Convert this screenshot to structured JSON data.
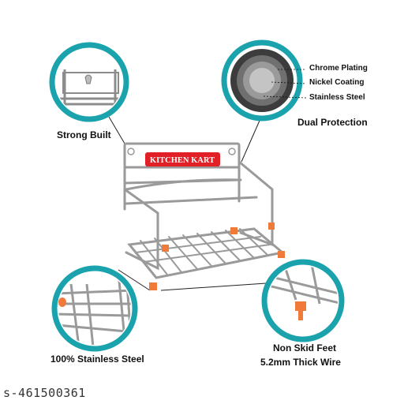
{
  "features": {
    "strong_built": "Strong Built",
    "dual_protection": "Dual Protection",
    "stainless_steel": "100% Stainless Steel",
    "non_skid_feet": "Non Skid Feet",
    "thick_wire": "5.2mm Thick Wire"
  },
  "layers": [
    "Chrome Plating",
    "Nickel Coating",
    "Stainless Steel"
  ],
  "brand_label": "KITCHEN KART",
  "watermark": "s-461500361",
  "colors": {
    "ring": "#1aa3ad",
    "accent_feet": "#f07a3a",
    "brand_red": "#e02026",
    "metal": "#9a9a9a"
  }
}
